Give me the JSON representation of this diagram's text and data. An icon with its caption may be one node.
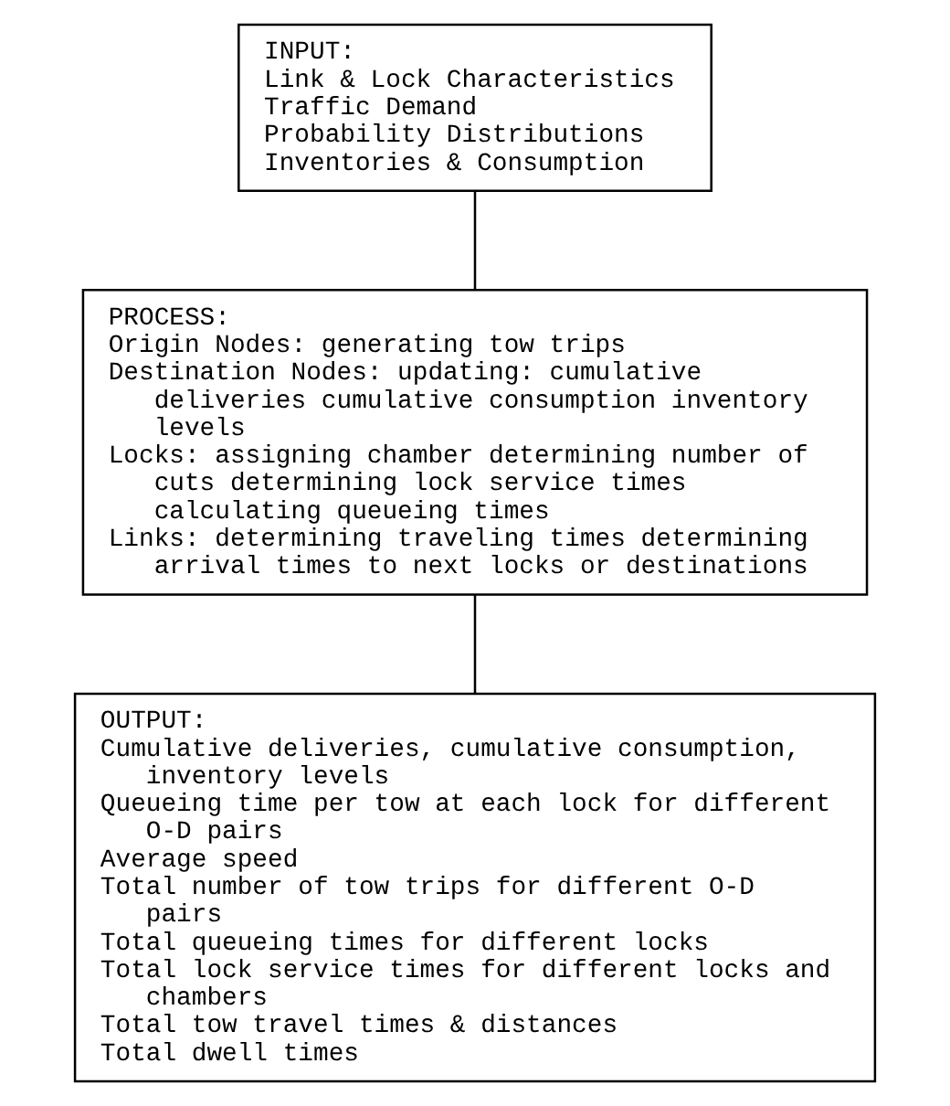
{
  "diagram": {
    "nodes": [
      {
        "text": [
          "INPUT:",
          "Link & Lock Characteristics",
          "Traffic Demand",
          "Probability Distributions",
          "Inventories & Consumption"
        ]
      },
      {
        "text": [
          "PROCESS:",
          "Origin Nodes: generating tow trips",
          "Destination Nodes: updating: cumulative deliveries cumulative consumption inventory levels",
          "Locks: assigning chamber determining number of cuts determining lock service times calculating queueing times",
          "Links: determining traveling times determining arrival times to next locks or destinations"
        ]
      },
      {
        "text": [
          "OUTPUT:",
          "Cumulative deliveries, cumulative consumption, inventory levels",
          "Queueing time per tow at each lock for different O-D pairs",
          "Average speed",
          "Total number of tow trips for different O-D pairs",
          "Total queueing times for different locks",
          "Total lock service times for different locks and chambers",
          "Total tow travel times & distances",
          "Total dwell times"
        ]
      }
    ],
    "edges": [
      {
        "from": 0,
        "to": 1,
        "arrow": "none"
      },
      {
        "from": 1,
        "to": 2,
        "arrow": "none"
      }
    ]
  }
}
